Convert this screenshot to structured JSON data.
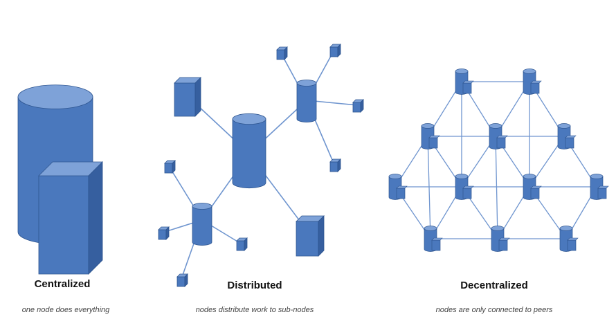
{
  "panels": {
    "centralized": {
      "title": "Centralized",
      "subtitle": "one node does everything"
    },
    "distributed": {
      "title": "Distributed",
      "subtitle": "nodes distribute work to sub-nodes"
    },
    "decentralized": {
      "title": "Decentralized",
      "subtitle": "nodes are only connected to peers"
    }
  },
  "colors": {
    "fill": "#4a78bd",
    "top": "#7ea2d8",
    "side": "#365f9f",
    "stroke": "#2e5590",
    "link": "#6f95cf"
  }
}
